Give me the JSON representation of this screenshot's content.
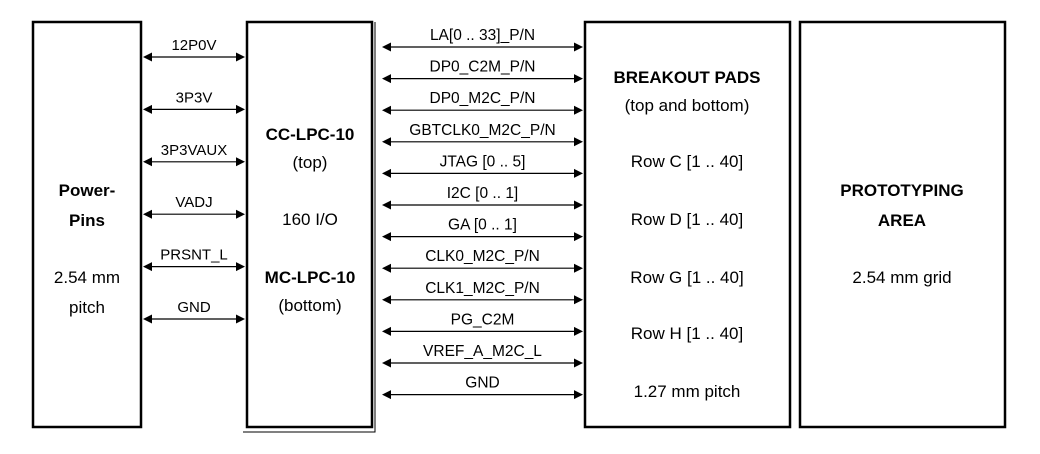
{
  "blocks": {
    "power": {
      "title": [
        "Power-",
        "Pins"
      ],
      "detail": [
        "2.54 mm",
        "pitch"
      ]
    },
    "connector": {
      "top_title": "CC-LPC-10",
      "top_sub": "(top)",
      "io": "160 I/O",
      "bottom_title": "MC-LPC-10",
      "bottom_sub": "(bottom)"
    },
    "breakout": {
      "title": "BREAKOUT PADS",
      "sub": "(top and bottom)",
      "rows": [
        "Row C [1 .. 40]",
        "Row D [1 .. 40]",
        "Row G [1 .. 40]",
        "Row H [1 .. 40]"
      ],
      "pitch": "1.27 mm pitch"
    },
    "prototyping": {
      "title": [
        "PROTOTYPING",
        "AREA"
      ],
      "detail": "2.54 mm grid"
    }
  },
  "power_signals": [
    "12P0V",
    "3P3V",
    "3P3VAUX",
    "VADJ",
    "PRSNT_L",
    "GND"
  ],
  "io_signals": [
    "LA[0 .. 33]_P/N",
    "DP0_C2M_P/N",
    "DP0_M2C_P/N",
    "GBTCLK0_M2C_P/N",
    "JTAG [0 .. 5]",
    "I2C [0 .. 1]",
    "GA [0 .. 1]",
    "CLK0_M2C_P/N",
    "CLK1_M2C_P/N",
    "PG_C2M",
    "VREF_A_M2C_L",
    "GND"
  ]
}
